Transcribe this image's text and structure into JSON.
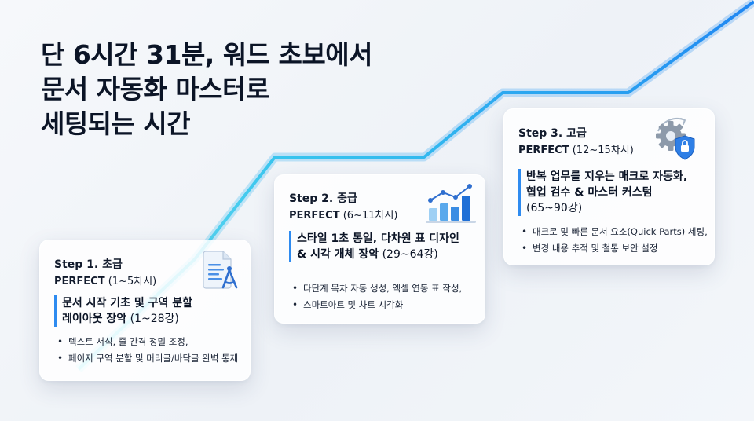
{
  "headline": {
    "line1": "단 6시간 31분, 워드 초보에서",
    "line2": "문서 자동화 마스터로",
    "line3": "세팅되는 시간"
  },
  "steps": [
    {
      "title": "Step 1. 초급",
      "level": "PERFECT",
      "sessions": "(1~5차시)",
      "highlight_line1": "문서 시작 기초 및 구역 분할",
      "highlight_line2": "레이아웃 장악",
      "highlight_range": " (1~28강)",
      "bullets": [
        "텍스트 서식, 줄 간격 정밀 조정,",
        "페이지 구역 분할 및 머리글/바닥글 완벽 통제"
      ],
      "icon": "document-compass-icon"
    },
    {
      "title": "Step 2. 중급",
      "level": "PERFECT",
      "sessions": "(6~11차시)",
      "highlight_line1": "스타일 1초 통일, 다차원 표 디자인",
      "highlight_line2": "& 시각 개체 장악",
      "highlight_range": " (29~64강)",
      "bullets": [
        "다단계 목차 자동 생성, 엑셀 연동 표 작성,",
        "스마트아트 및 차트 시각화"
      ],
      "icon": "bar-chart-icon"
    },
    {
      "title": "Step 3. 고급",
      "level": "PERFECT",
      "sessions": "(12~15차시)",
      "highlight_line1": "반복 업무를 지우는 매크로 자동화,",
      "highlight_line2": "협업 검수 & 마스터 커스텀",
      "highlight_range": "(65~90강)",
      "bullets": [
        "매크로 및 빠른 문서 요소(Quick Parts) 세팅,",
        "변경 내용 추적 및 철통 보안 설정"
      ],
      "icon": "gear-shield-icon"
    }
  ],
  "colors": {
    "accent": "#2e8bf0",
    "line_start": "#5fe0ee",
    "line_end": "#1f86f2"
  }
}
